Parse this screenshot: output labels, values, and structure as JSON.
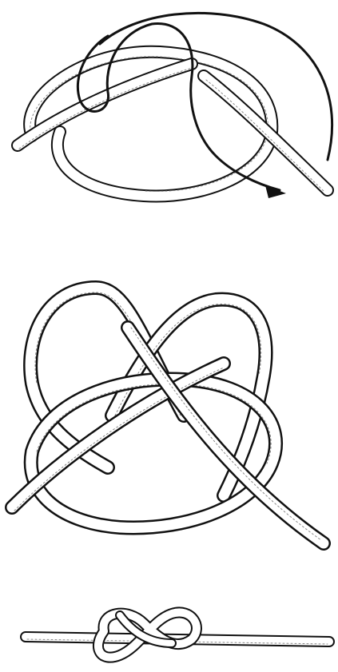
{
  "figure": {
    "steps": [
      {
        "id": "step-1",
        "description_visible": ""
      },
      {
        "id": "step-2",
        "description_visible": ""
      },
      {
        "id": "step-3",
        "description_visible": ""
      }
    ],
    "colors": {
      "outline": "#111111",
      "rope": "#ffffff",
      "hatch": "#888888",
      "background": "#ffffff"
    }
  }
}
